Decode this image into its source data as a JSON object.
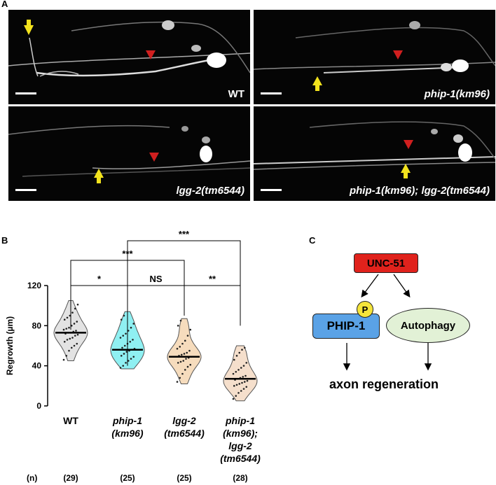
{
  "panel_labels": {
    "a": "A",
    "b": "B",
    "c": "C"
  },
  "micrographs": [
    {
      "label": "WT"
    },
    {
      "label": "phip-1(km96)"
    },
    {
      "label": "lgg-2(tm6544)"
    },
    {
      "label": "phip-1(km96); lgg-2(tm6544)"
    }
  ],
  "colors": {
    "arrow_cut": "#f2e21d",
    "arrowhead": "#d01f1f",
    "unc51": "#e0221c",
    "phip1": "#5aa2e6",
    "autophagy": "#e2f1d6"
  },
  "chart_data": {
    "type": "violin",
    "ylabel": "Regrowth (µm)",
    "ylim": [
      0,
      120
    ],
    "yticks": [
      0,
      40,
      80,
      120
    ],
    "categories": [
      {
        "lines": [
          "WT"
        ],
        "italic": false
      },
      {
        "lines": [
          "phip-1",
          "(km96)"
        ],
        "italic": true
      },
      {
        "lines": [
          "lgg-2",
          "(tm6544)"
        ],
        "italic": true
      },
      {
        "lines": [
          "phip-1",
          "(km96);",
          "lgg-2",
          "(tm6544)"
        ],
        "italic": true
      }
    ],
    "n_label": "(n)",
    "n_values": [
      "(29)",
      "(25)",
      "(25)",
      "(28)"
    ],
    "medians": [
      73,
      56,
      49,
      27
    ],
    "ranges": [
      [
        45,
        105
      ],
      [
        37,
        94
      ],
      [
        22,
        87
      ],
      [
        5,
        60
      ]
    ],
    "fill_colors": [
      "#e3e3e3",
      "#8ff0f2",
      "#f6dcbd",
      "#f5dfcc"
    ],
    "points": [
      [
        46,
        50,
        55,
        58,
        60,
        62,
        64,
        66,
        67,
        68,
        70,
        71,
        72,
        73,
        73,
        74,
        75,
        76,
        77,
        78,
        80,
        82,
        84,
        86,
        88,
        90,
        93,
        97,
        101
      ],
      [
        38,
        40,
        43,
        45,
        47,
        49,
        50,
        52,
        54,
        55,
        56,
        57,
        58,
        60,
        62,
        64,
        66,
        68,
        70,
        72,
        75,
        78,
        82,
        86,
        90
      ],
      [
        24,
        28,
        32,
        36,
        39,
        41,
        43,
        44,
        45,
        47,
        48,
        49,
        50,
        51,
        52,
        53,
        55,
        57,
        59,
        62,
        65,
        70,
        76,
        80,
        85
      ],
      [
        7,
        10,
        13,
        15,
        17,
        19,
        20,
        21,
        22,
        23,
        24,
        25,
        26,
        27,
        28,
        29,
        30,
        32,
        34,
        36,
        38,
        40,
        43,
        46,
        50,
        53,
        56,
        58
      ]
    ],
    "comparisons": [
      {
        "from": 0,
        "to": 1,
        "label": "*"
      },
      {
        "from": 1,
        "to": 2,
        "label": "NS"
      },
      {
        "from": 2,
        "to": 3,
        "label": "**"
      },
      {
        "from": 0,
        "to": 2,
        "label": "***"
      },
      {
        "from": 1,
        "to": 3,
        "label": "***"
      }
    ]
  },
  "diagram": {
    "unc51": "UNC-51",
    "phip1": "PHIP-1",
    "phospho": "P",
    "autophagy": "Autophagy",
    "output": "axon regeneration"
  }
}
